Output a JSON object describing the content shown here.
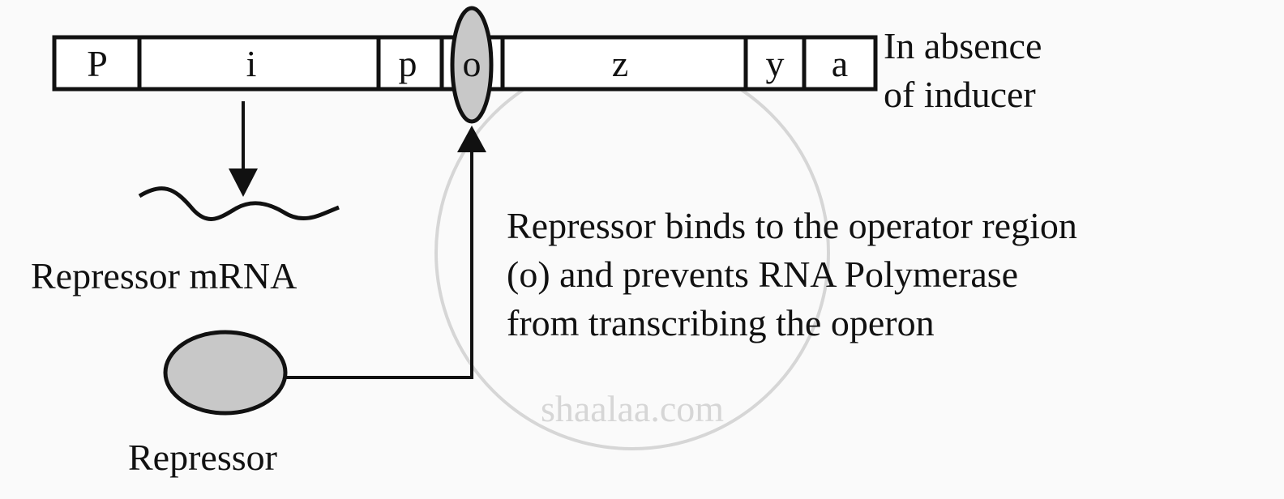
{
  "genes": [
    "P",
    "i",
    "p",
    "o",
    "z",
    "y",
    "a"
  ],
  "condition": [
    "In absence",
    "of inducer"
  ],
  "mrna_label": "Repressor mRNA",
  "repressor_label": "Repressor",
  "description": [
    "Repressor binds to the operator region",
    "(o) and prevents RNA Polymerase",
    "from transcribing the operon"
  ],
  "watermark": "shaalaa.com",
  "colors": {
    "repressor_fill": "#c8c8c8",
    "stroke": "#111111",
    "watermark": "#d8d8d8"
  }
}
